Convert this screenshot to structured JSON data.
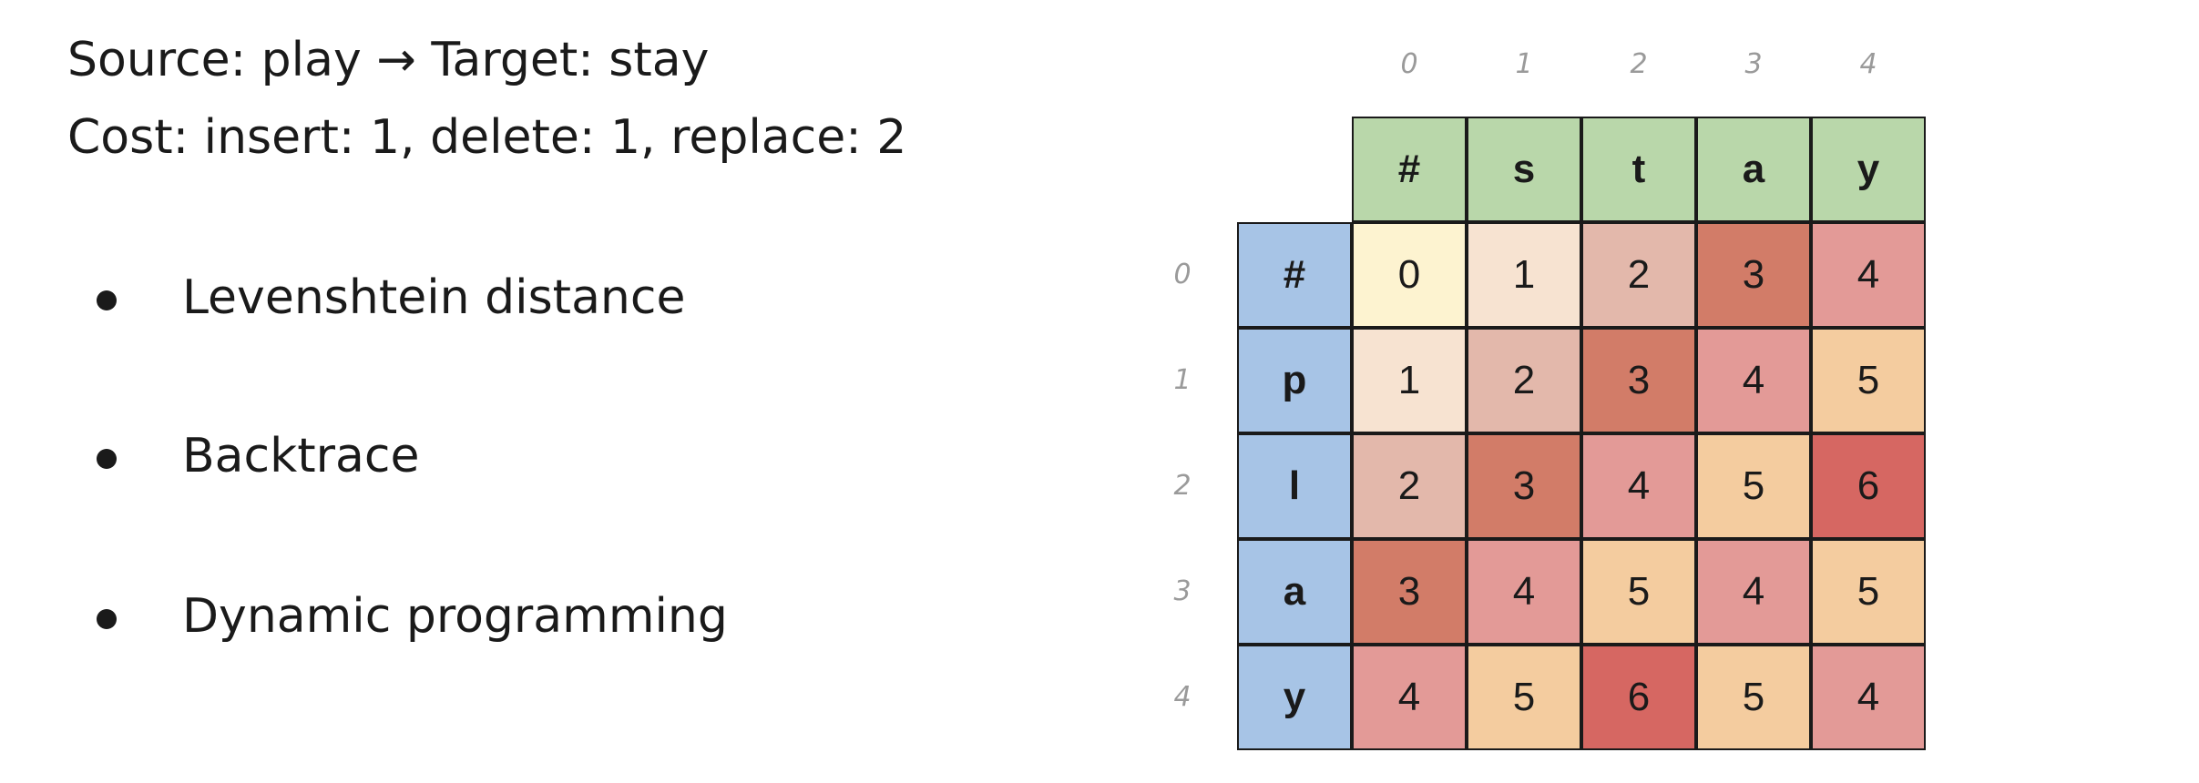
{
  "header": {
    "line1": "Source: play → Target: stay",
    "line2": "Cost: insert: 1,  delete: 1, replace: 2"
  },
  "bullets": [
    "Levenshtein distance",
    "Backtrace",
    "Dynamic programming"
  ],
  "matrix": {
    "col_indices": [
      "0",
      "1",
      "2",
      "3",
      "4"
    ],
    "row_indices": [
      "0",
      "1",
      "2",
      "3",
      "4"
    ],
    "col_headers": [
      "#",
      "s",
      "t",
      "a",
      "y"
    ],
    "row_headers": [
      "#",
      "p",
      "l",
      "a",
      "y"
    ],
    "values": [
      [
        "0",
        "1",
        "2",
        "3",
        "4"
      ],
      [
        "1",
        "2",
        "3",
        "4",
        "5"
      ],
      [
        "2",
        "3",
        "4",
        "5",
        "6"
      ],
      [
        "3",
        "4",
        "5",
        "4",
        "5"
      ],
      [
        "4",
        "5",
        "6",
        "5",
        "4"
      ]
    ],
    "cell_colors": [
      [
        "#fdf3d0",
        "#f7e3d1",
        "#e3b8ab",
        "#d27c68",
        "#e39a97"
      ],
      [
        "#f7e3d1",
        "#e3b8ab",
        "#d27c68",
        "#e39a97",
        "#f4cc9f"
      ],
      [
        "#e3b8ab",
        "#d27c68",
        "#e39a97",
        "#f4cc9f",
        "#d66762"
      ],
      [
        "#d27c68",
        "#e39a97",
        "#f4cc9f",
        "#e39a97",
        "#f4cc9f"
      ],
      [
        "#e39a97",
        "#f4cc9f",
        "#d66762",
        "#f4cc9f",
        "#e39a97"
      ]
    ],
    "col_header_color": "#b9d7aa",
    "row_header_color": "#a7c4e6"
  }
}
